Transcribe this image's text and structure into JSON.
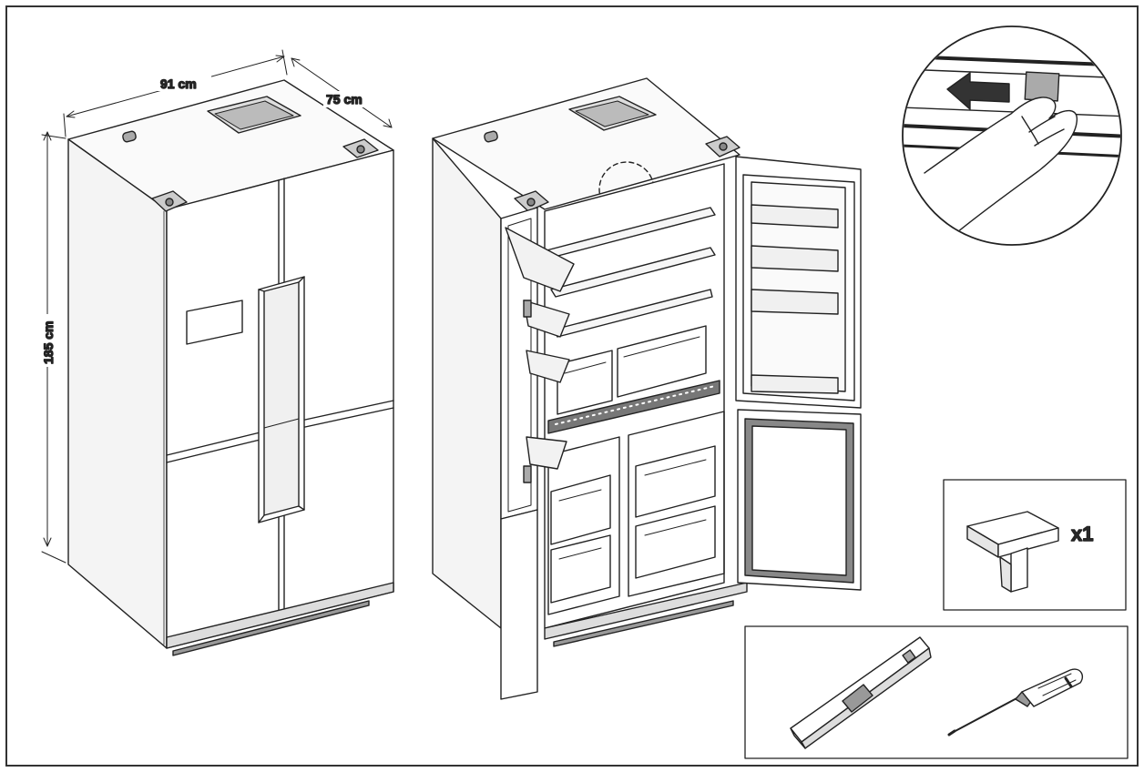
{
  "dimensions": {
    "width_label": "91 cm",
    "depth_label": "75 cm",
    "height_label": "185 cm"
  },
  "accessory": {
    "quantity_label": "x1"
  },
  "colors": {
    "line": "#222222",
    "panel_fill": "#ffffff",
    "shade": "#e8e8e8",
    "dark_shade": "#9a9a9a"
  },
  "icons": [
    "arrow-left-icon",
    "hand-icon",
    "spirit-level-icon",
    "screwdriver-icon",
    "leveling-foot-icon"
  ]
}
